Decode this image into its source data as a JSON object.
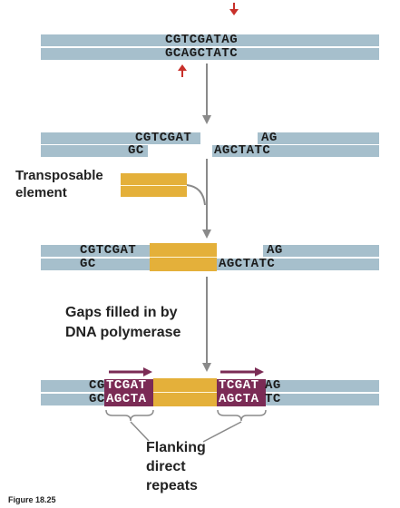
{
  "step1": {
    "top": "CGTCGATAG",
    "bottom": "GCAGCTATC"
  },
  "step2": {
    "top_left": "CGTCGAT",
    "bottom_left": "GC",
    "top_right": "AG",
    "bottom_right": "AGCTATC"
  },
  "te_label": {
    "line1": "Transposable",
    "line2": "element"
  },
  "step3": {
    "top_left": "CGTCGAT",
    "bottom_left": "GC",
    "top_right": "AG",
    "bottom_right": "AGCTATC"
  },
  "gap_label": {
    "line1": "Gaps filled in by",
    "line2": "DNA polymerase"
  },
  "step4": {
    "left_top_plain": "CG",
    "left_top_hl": "TCGAT",
    "left_bottom_plain": "GC",
    "left_bottom_hl": "AGCTA",
    "right_top_hl": "TCGAT",
    "right_top_plain": "AG",
    "right_bottom_hl": "AGCTA",
    "right_bottom_plain": "TC"
  },
  "flank_label": {
    "line1": "Flanking",
    "line2": "direct",
    "line3": "repeats"
  },
  "figure_label": "Figure 18.25",
  "colors": {
    "dna": "#a6bfcc",
    "transposon": "#e4b03a",
    "repeat": "#7b2b55",
    "cut_arrow": "#c8302a",
    "flow_arrow": "#8a8a8a"
  }
}
